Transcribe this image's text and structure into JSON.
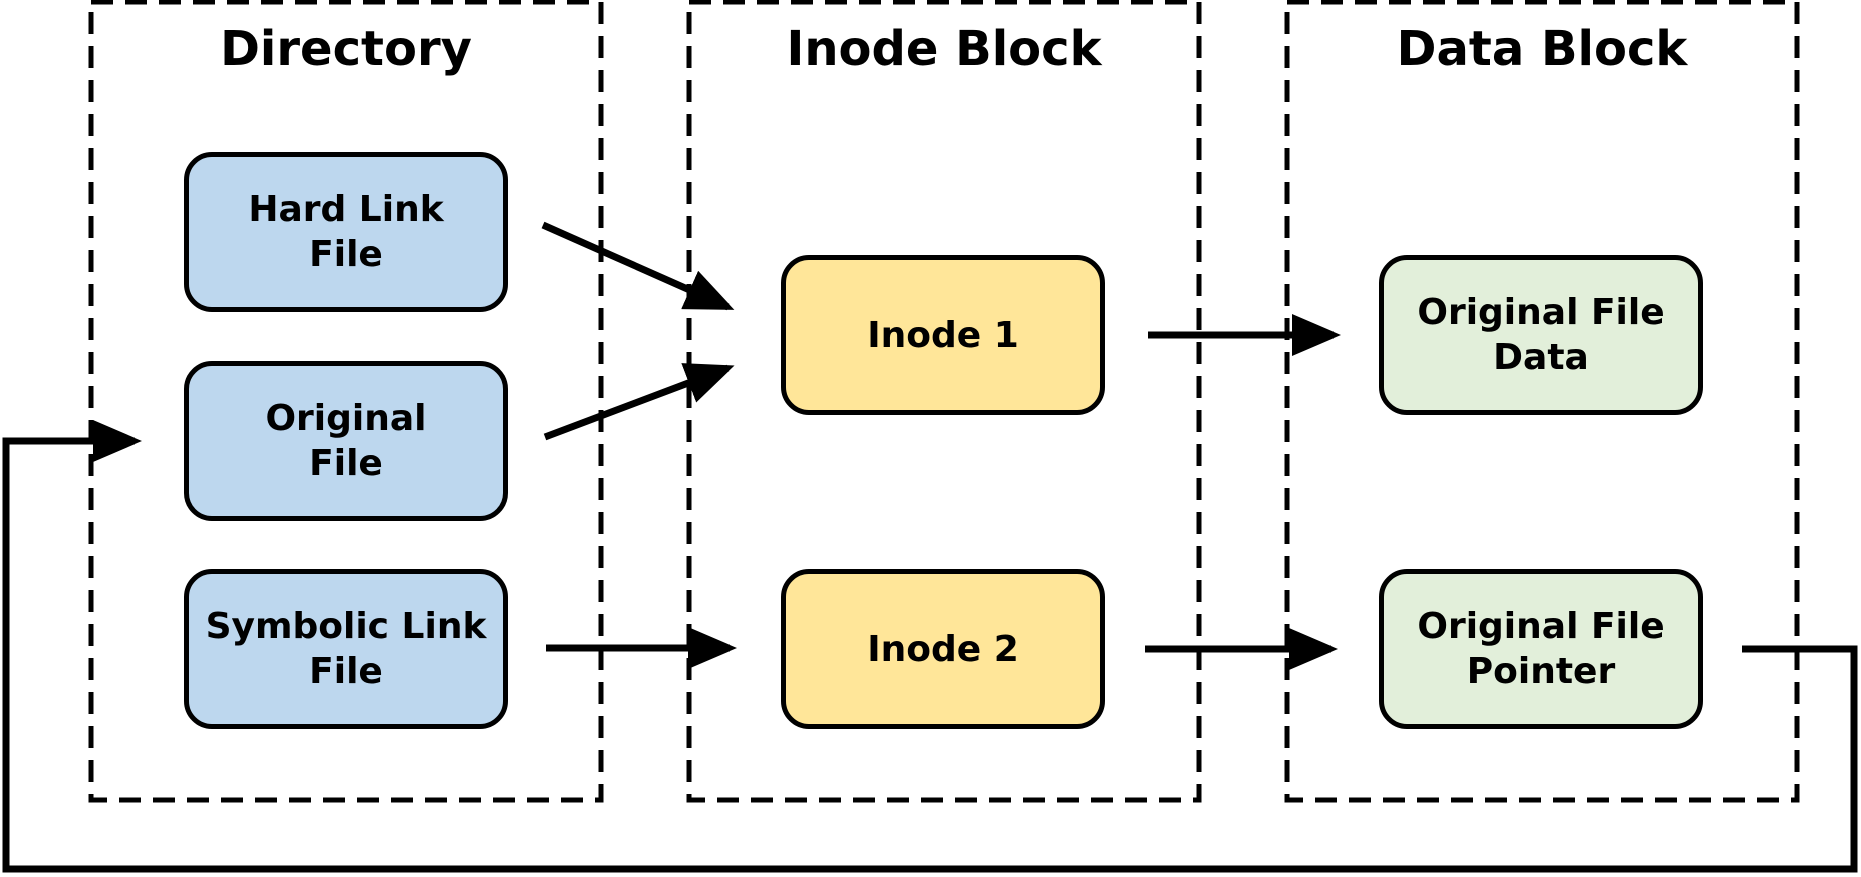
{
  "groups": {
    "directory": {
      "title": "Directory"
    },
    "inode_block": {
      "title": "Inode Block"
    },
    "data_block": {
      "title": "Data Block"
    }
  },
  "nodes": {
    "hard_link_file": {
      "label": "Hard Link\nFile"
    },
    "original_file": {
      "label": "Original\nFile"
    },
    "symbolic_link_file": {
      "label": "Symbolic Link\nFile"
    },
    "inode_1": {
      "label": "Inode 1"
    },
    "inode_2": {
      "label": "Inode 2"
    },
    "original_file_data": {
      "label": "Original File\nData"
    },
    "original_file_pointer": {
      "label": "Original File\nPointer"
    }
  },
  "colors": {
    "directory_node": "#bdd7ee",
    "inode_node": "#ffe699",
    "data_node": "#e2efda",
    "stroke": "#000000"
  }
}
